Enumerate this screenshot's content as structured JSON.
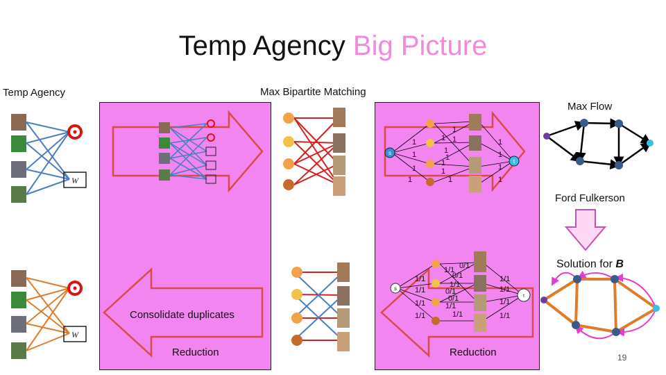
{
  "slide": {
    "title_main": "Temp Agency",
    "title_highlight": "Big Picture",
    "labels": {
      "temp_agency": "Temp Agency",
      "max_bipartite": "Max Bipartite Matching",
      "max_flow": "Max Flow",
      "ford_fulkerson": "Ford Fulkerson",
      "solution": "Solution for ",
      "solution_var": "B",
      "consolidate": "Consolidate duplicates",
      "reduction_left": "Reduction",
      "reduction_right": "Reduction"
    },
    "page_number": "19",
    "flow_caps": [
      "1",
      "1",
      "1",
      "1",
      "1",
      "1",
      "1",
      "1",
      "1",
      "1",
      "1",
      "1",
      "1",
      "1",
      "1",
      "1"
    ],
    "flow_solution": [
      "1/1",
      "1/1",
      "1/1",
      "1/1",
      "0/1",
      "1/1",
      "0/1",
      "1/1",
      "0/1",
      "1/1",
      "0/1",
      "1/1",
      "1/1",
      "1/1",
      "1/1",
      "1/1"
    ],
    "node_s": "s",
    "node_t": "t",
    "colors": {
      "panel": "#f285f0",
      "highlight": "#f08ad9",
      "blue_edge": "#4a7fc1",
      "orange_edge": "#e07b2a",
      "red_edge": "#d61f1f"
    }
  }
}
